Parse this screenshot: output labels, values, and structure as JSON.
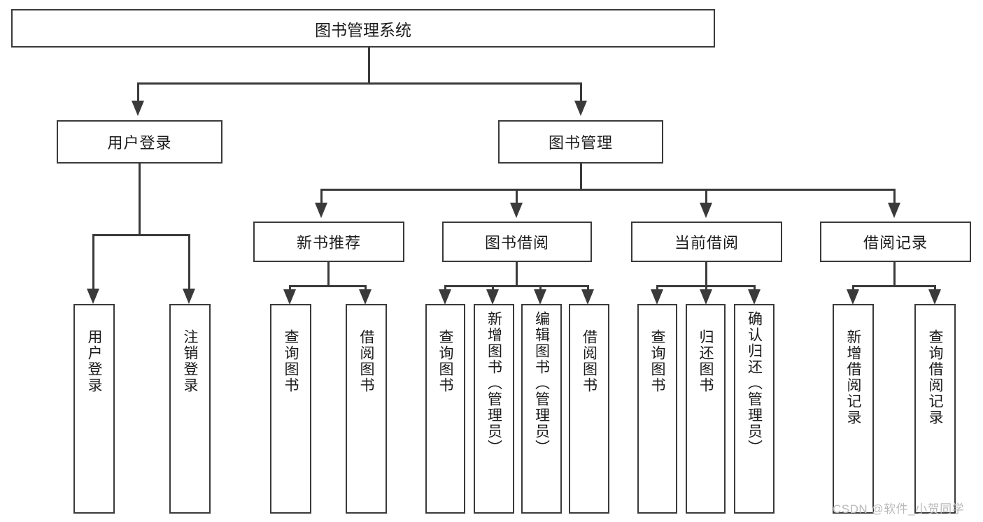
{
  "diagram": {
    "type": "hierarchy-tree",
    "title": "图书管理系统",
    "root": {
      "label": "图书管理系统"
    },
    "level2": [
      {
        "label": "用户登录"
      },
      {
        "label": "图书管理"
      }
    ],
    "level3": [
      {
        "label": "新书推荐"
      },
      {
        "label": "图书借阅"
      },
      {
        "label": "当前借阅"
      },
      {
        "label": "借阅记录"
      }
    ],
    "leaves": {
      "user_login": [
        {
          "label": "用户登录"
        },
        {
          "label": "注销登录"
        }
      ],
      "new_book_recommend": [
        {
          "label": "查询图书"
        },
        {
          "label": "借阅图书"
        }
      ],
      "book_borrow": [
        {
          "label": "查询图书"
        },
        {
          "label": "新增图书（管理员）"
        },
        {
          "label": "编辑图书（管理员）"
        },
        {
          "label": "借阅图书"
        }
      ],
      "current_borrow": [
        {
          "label": "查询图书"
        },
        {
          "label": "归还图书"
        },
        {
          "label": "确认归还（管理员）"
        }
      ],
      "borrow_record": [
        {
          "label": "新增借阅记录"
        },
        {
          "label": "查询借阅记录"
        }
      ]
    },
    "colors": {
      "stroke": "#3a3a3a",
      "background": "#ffffff",
      "text": "#1b1b1b",
      "watermark": "#b9b9b9"
    }
  },
  "watermark": {
    "text": "CSDN @软件_小贺同学"
  }
}
